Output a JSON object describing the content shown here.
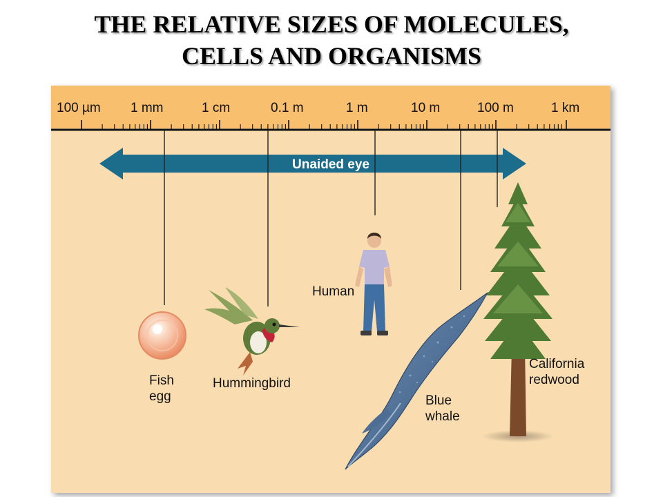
{
  "title": {
    "line1": "THE RELATIVE SIZES OF MOLECULES,",
    "line2": "CELLS AND ORGANISMS"
  },
  "scale": {
    "ticks": [
      "100 µm",
      "1 mm",
      "1 cm",
      "0.1 m",
      "1 m",
      "10 m",
      "100 m",
      "1 km"
    ]
  },
  "arrow": {
    "label": "Unaided eye"
  },
  "organisms": {
    "fish_egg": [
      "Fish",
      "egg"
    ],
    "hummingbird": "Hummingbird",
    "human": "Human",
    "blue_whale": [
      "Blue",
      "whale"
    ],
    "redwood": [
      "California",
      "redwood"
    ]
  },
  "colors": {
    "panel": "#f9ddb0",
    "scale_band": "#f7bf6e",
    "arrow": "#1c6c8c"
  }
}
